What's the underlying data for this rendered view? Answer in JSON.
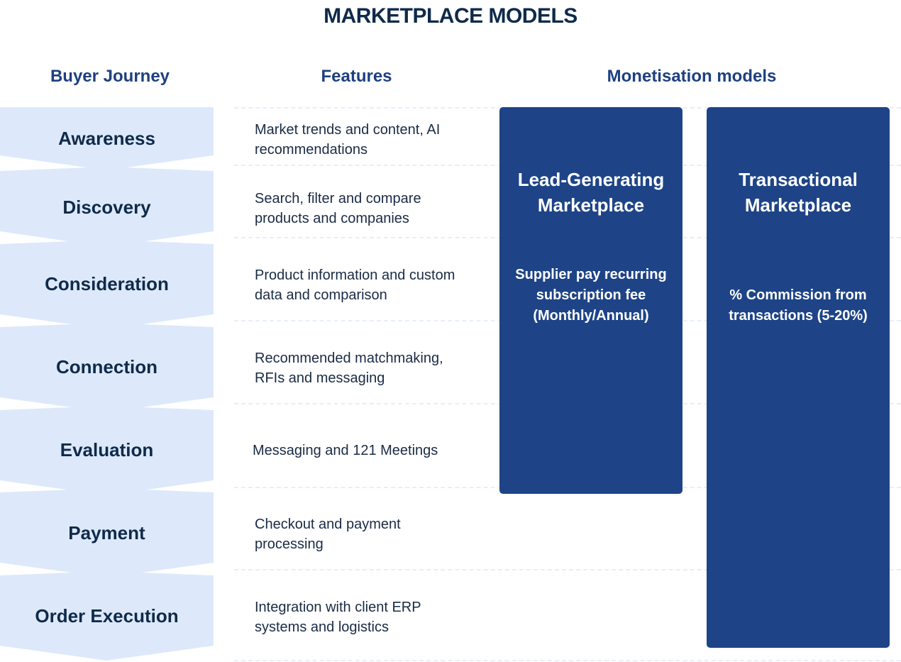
{
  "title": "MARKETPLACE MODELS",
  "headers": {
    "buyer_journey": "Buyer Journey",
    "features": "Features",
    "monetisation": "Monetisation models"
  },
  "stages": [
    {
      "label": "Awareness",
      "feature": "Market trends and content, AI recommendations"
    },
    {
      "label": "Discovery",
      "feature": "Search, filter and compare products and companies"
    },
    {
      "label": "Consideration",
      "feature": "Product information and custom data and comparison"
    },
    {
      "label": "Connection",
      "feature": "Recommended matchmaking, RFIs and messaging"
    },
    {
      "label": "Evaluation",
      "feature": "Messaging and 121 Meetings"
    },
    {
      "label": "Payment",
      "feature": "Checkout and payment processing"
    },
    {
      "label": "Order Execution",
      "feature": "Integration with client ERP systems and logistics"
    }
  ],
  "models": [
    {
      "title": "Lead-Generating Marketplace",
      "description": "Supplier pay recurring subscription fee (Monthly/Annual)"
    },
    {
      "title": "Transactional Marketplace",
      "description": "% Commission from transactions (5-20%)"
    }
  ],
  "colors": {
    "stage_fill": "#dde9fa",
    "model_fill": "#1e4487",
    "header_text": "#1e4080",
    "title_text": "#0f2a4a"
  }
}
